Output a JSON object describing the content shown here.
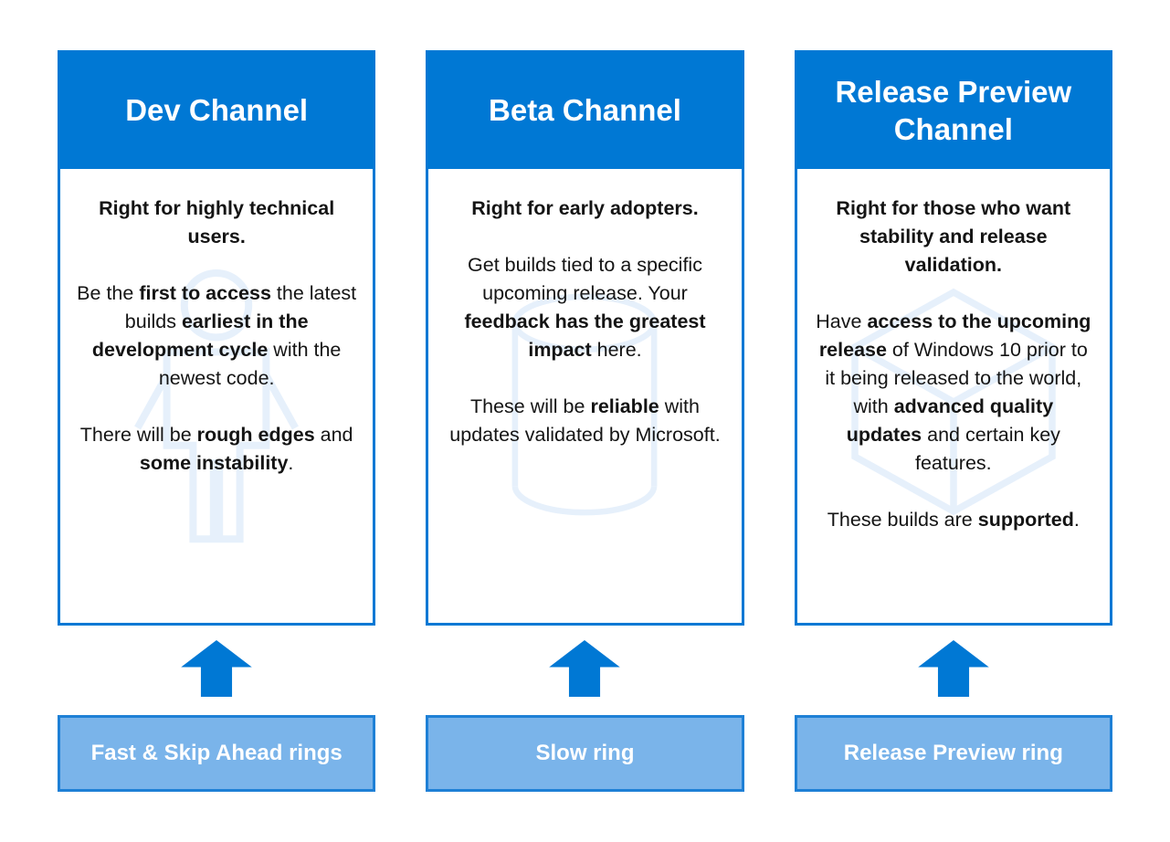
{
  "colors": {
    "primary": "#0078d4",
    "ring-fill": "#7ab4ea",
    "ring-border": "#1e80d6",
    "watermark": "#e6f0fb"
  },
  "columns": [
    {
      "title": "Dev Channel",
      "watermark": "person-icon",
      "paragraphs": [
        [
          {
            "t": "Right for highly technical users.",
            "b": true
          }
        ],
        [
          {
            "t": "Be the ",
            "b": false
          },
          {
            "t": "first to access",
            "b": true
          },
          {
            "t": " the latest builds ",
            "b": false
          },
          {
            "t": "earliest in the development cycle",
            "b": true
          },
          {
            "t": " with the newest code.",
            "b": false
          }
        ],
        [
          {
            "t": "There will be ",
            "b": false
          },
          {
            "t": "rough edges",
            "b": true
          },
          {
            "t": " and ",
            "b": false
          },
          {
            "t": "some instability",
            "b": true
          },
          {
            "t": ".",
            "b": false
          }
        ]
      ],
      "ring_label": "Fast & Skip Ahead rings"
    },
    {
      "title": "Beta Channel",
      "watermark": "cylinder-icon",
      "paragraphs": [
        [
          {
            "t": "Right for early adopters.",
            "b": true
          }
        ],
        [
          {
            "t": "Get builds tied to a specific upcoming release. Your ",
            "b": false
          },
          {
            "t": "feedback has the greatest impact",
            "b": true
          },
          {
            "t": " here.",
            "b": false
          }
        ],
        [
          {
            "t": "These will be ",
            "b": false
          },
          {
            "t": "reliable",
            "b": true
          },
          {
            "t": " with updates validated by Microsoft.",
            "b": false
          }
        ]
      ],
      "ring_label": "Slow ring"
    },
    {
      "title": "Release Preview Channel",
      "watermark": "cube-icon",
      "paragraphs": [
        [
          {
            "t": "Right for those who want stability and release validation.",
            "b": true
          }
        ],
        [
          {
            "t": "Have ",
            "b": false
          },
          {
            "t": "access to the upcoming release",
            "b": true
          },
          {
            "t": " of Windows 10 prior to it being released to the world, with ",
            "b": false
          },
          {
            "t": "advanced quality updates",
            "b": true
          },
          {
            "t": " and certain key features.",
            "b": false
          }
        ],
        [
          {
            "t": "These builds are ",
            "b": false
          },
          {
            "t": "supported",
            "b": true
          },
          {
            "t": ".",
            "b": false
          }
        ]
      ],
      "ring_label": "Release Preview ring"
    }
  ]
}
